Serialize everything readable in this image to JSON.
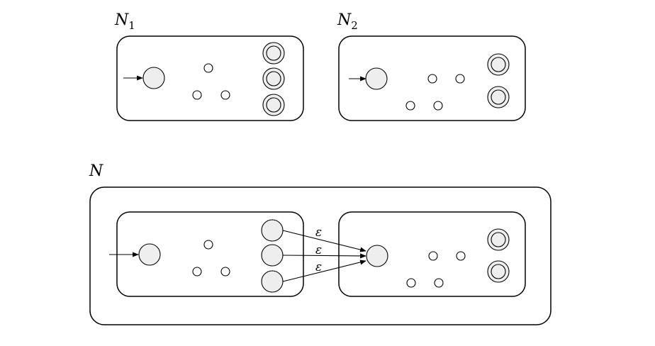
{
  "diagram": {
    "n1": {
      "label": "N",
      "subscript": "1"
    },
    "n2": {
      "label": "N",
      "subscript": "2"
    },
    "n": {
      "label": "N"
    },
    "edges": {
      "eps1": "ε",
      "eps2": "ε",
      "eps3": "ε"
    }
  }
}
